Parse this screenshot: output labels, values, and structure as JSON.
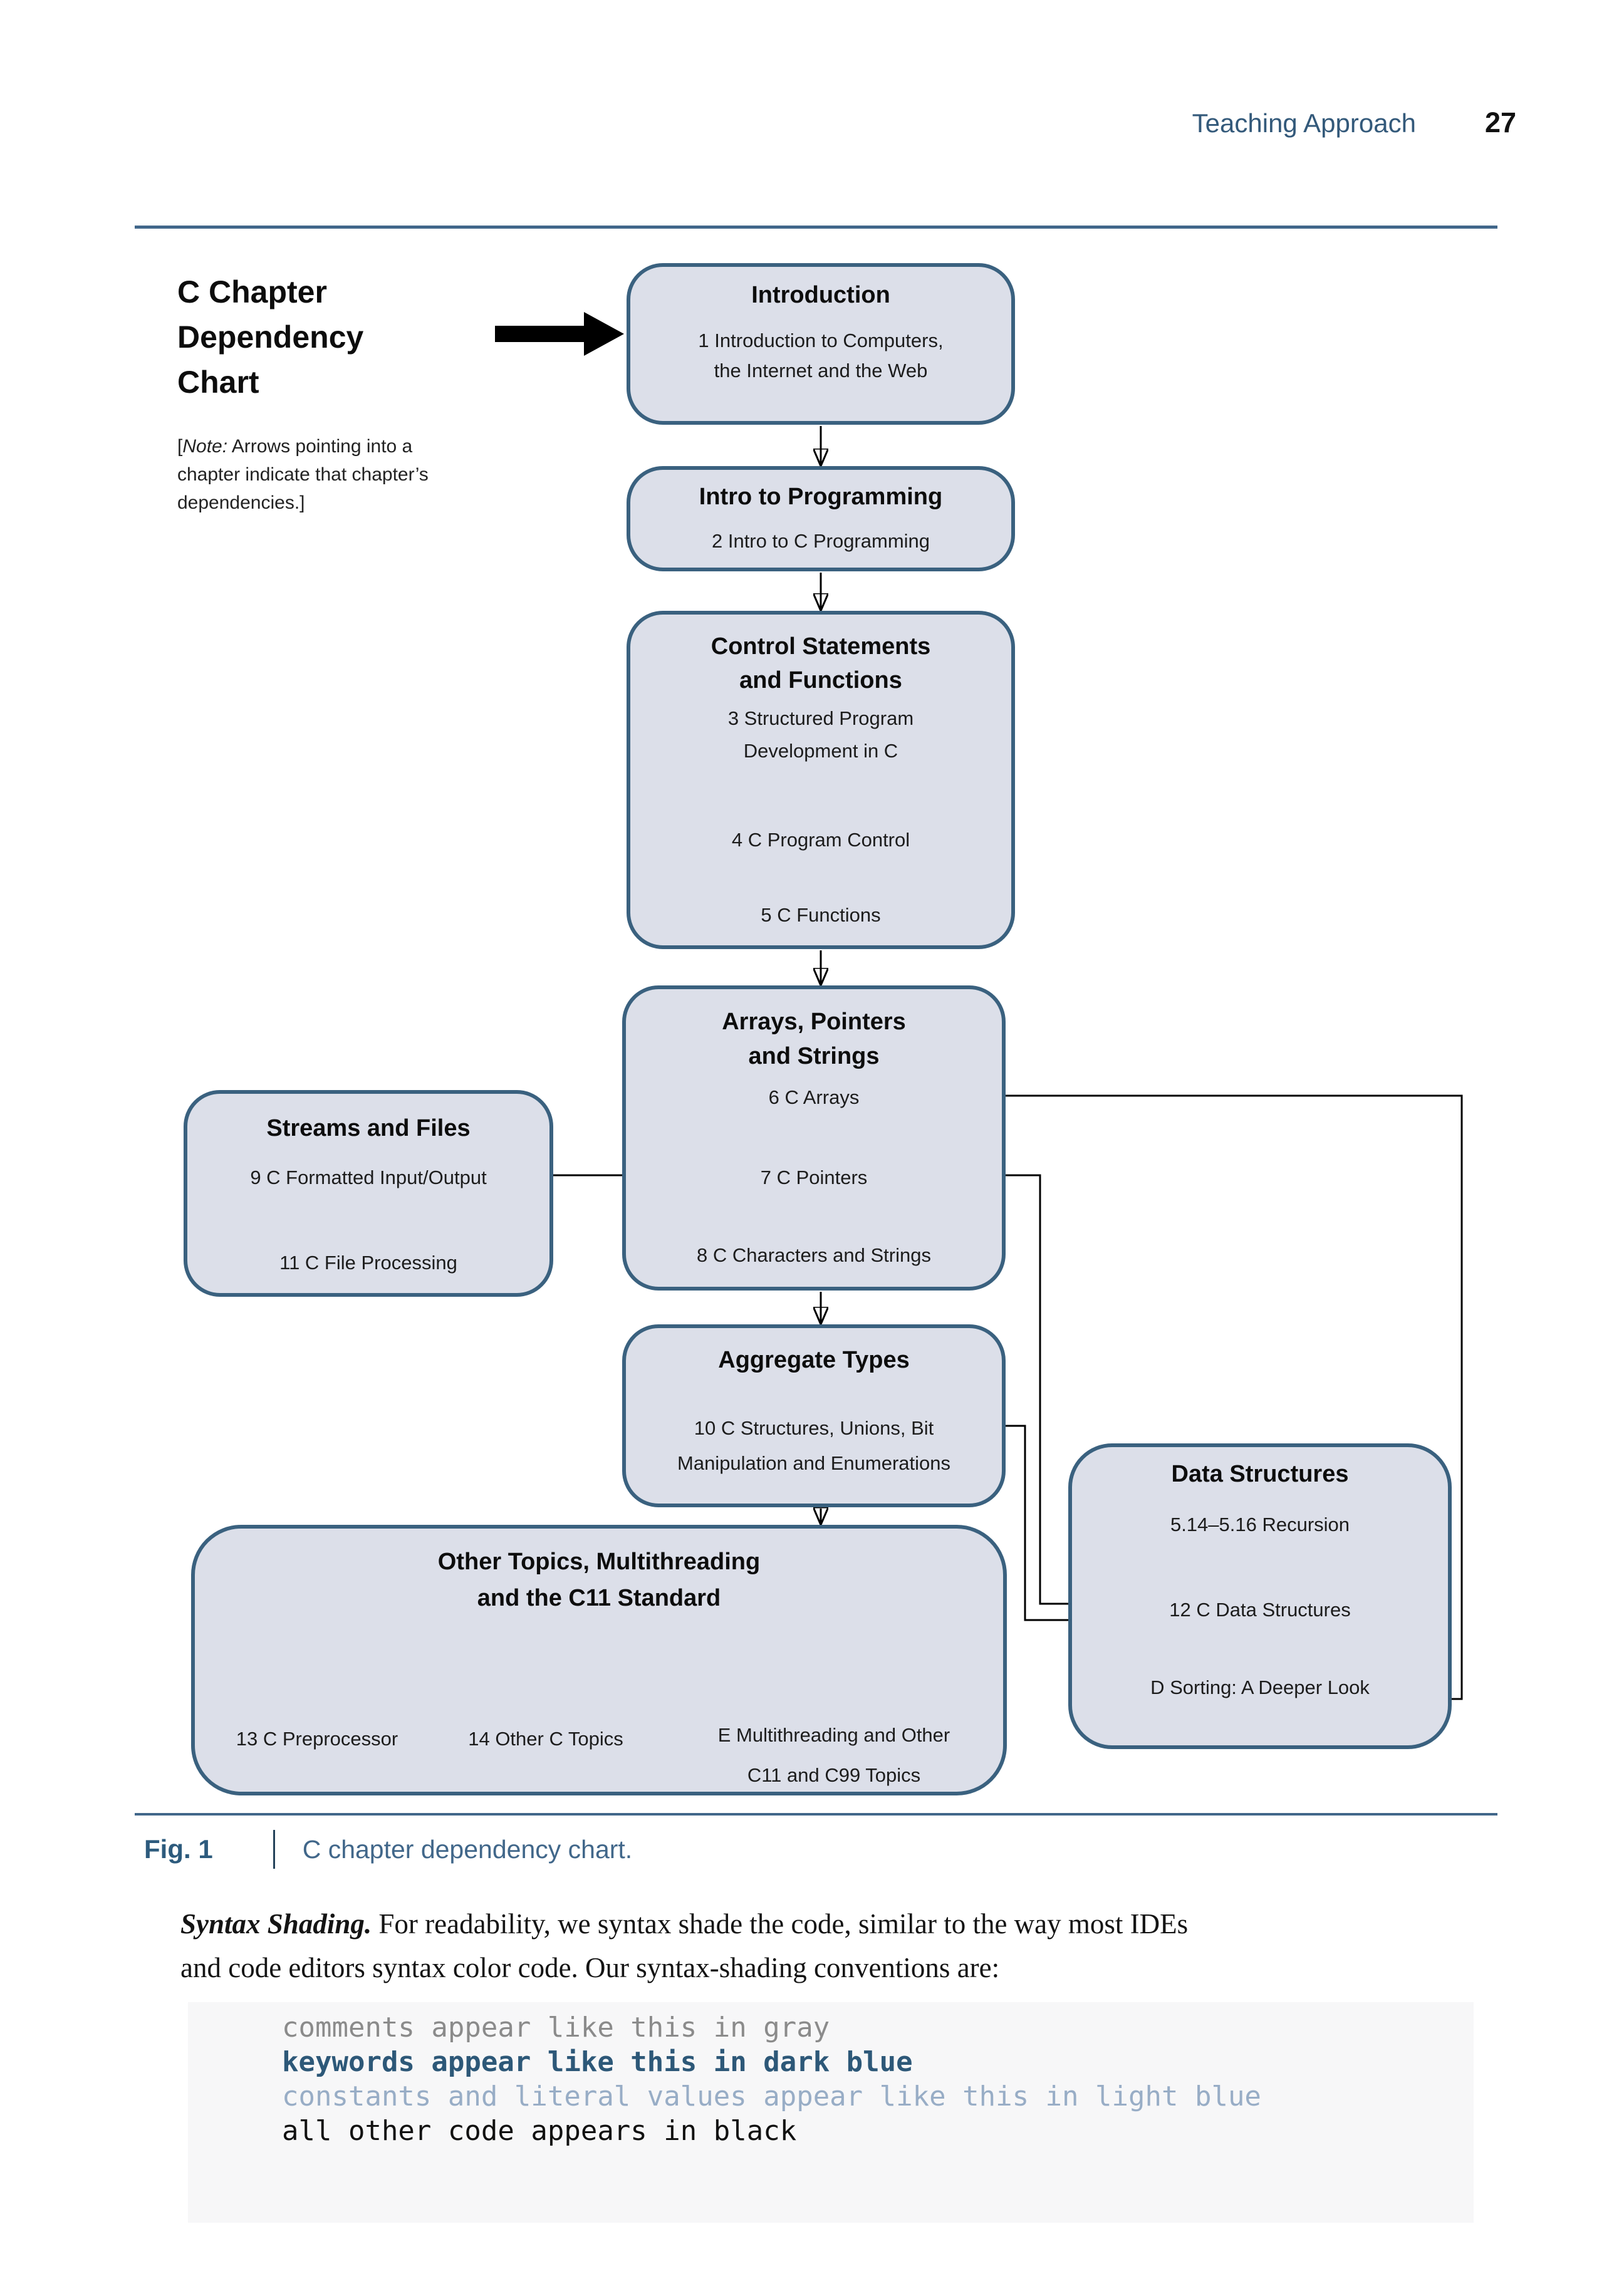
{
  "header": {
    "section": "Teaching Approach",
    "page_number": "27"
  },
  "chart": {
    "title_lines": [
      "C Chapter",
      "Dependency",
      "Chart"
    ],
    "note": {
      "bracket_open": "[",
      "italic": "Note:",
      "line1_rest": " Arrows pointing into a",
      "line2": "chapter indicate that chapter’s",
      "line3": "dependencies.]"
    },
    "boxes": {
      "intro": {
        "title": "Introduction",
        "items": [
          "1 Introduction to Computers,",
          "the Internet and the Web"
        ]
      },
      "introprog": {
        "title": "Intro to Programming",
        "items": [
          "2 Intro to C Programming"
        ]
      },
      "control": {
        "title_lines": [
          "Control Statements",
          "and Functions"
        ],
        "items": [
          "3 Structured Program",
          "Development in C",
          "4 C Program Control",
          "5 C Functions"
        ]
      },
      "arrays": {
        "title_lines": [
          "Arrays, Pointers",
          "and Strings"
        ],
        "items": [
          "6 C Arrays",
          "7 C Pointers",
          "8 C Characters and Strings"
        ]
      },
      "streams": {
        "title": "Streams and Files",
        "items": [
          "9 C Formatted Input/Output",
          "11 C File Processing"
        ]
      },
      "aggregate": {
        "title": "Aggregate Types",
        "items": [
          "10 C Structures, Unions, Bit",
          "Manipulation and Enumerations"
        ]
      },
      "datastruct": {
        "title": "Data Structures",
        "items": [
          "5.14–5.16 Recursion",
          "12 C Data Structures",
          "D Sorting: A Deeper Look"
        ]
      },
      "other": {
        "title_lines": [
          "Other Topics, Multithreading",
          "and the C11 Standard"
        ],
        "items": [
          "13 C Preprocessor",
          "14 Other C Topics",
          "E Multithreading and Other",
          "C11 and C99 Topics"
        ]
      }
    },
    "connections": [
      {
        "from": "1 Introduction to Computers, the Internet and the Web",
        "to": "2 Intro to C Programming"
      },
      {
        "from": "2 Intro to C Programming",
        "to": "3 Structured Program Development in C"
      },
      {
        "from": "3 Structured Program Development in C",
        "to": "4 C Program Control"
      },
      {
        "from": "4 C Program Control",
        "to": "5 C Functions"
      },
      {
        "from": "5 C Functions",
        "to": "6 C Arrays"
      },
      {
        "from": "6 C Arrays",
        "to": "7 C Pointers"
      },
      {
        "from": "7 C Pointers",
        "to": "8 C Characters and Strings"
      },
      {
        "from": "7 C Pointers",
        "to": "9 C Formatted Input/Output"
      },
      {
        "from": "9 C Formatted Input/Output",
        "to": "11 C File Processing"
      },
      {
        "from": "8 C Characters and Strings",
        "to": "10 C Structures, Unions, Bit Manipulation and Enumerations"
      },
      {
        "from": "10 C Structures, Unions, Bit Manipulation and Enumerations",
        "to": "13 C Preprocessor / 14 Other C Topics / E Multithreading and Other C11 and C99 Topics"
      },
      {
        "from": "7 C Pointers",
        "to": "12 C Data Structures"
      },
      {
        "from": "10 C Structures, Unions, Bit Manipulation and Enumerations",
        "to": "12 C Data Structures"
      },
      {
        "from": "5.14–5.16 Recursion",
        "to": "12 C Data Structures"
      },
      {
        "from": "5.14–5.16 Recursion",
        "to": "D Sorting: A Deeper Look"
      },
      {
        "from": "6 C Arrays",
        "to": "D Sorting: A Deeper Look"
      }
    ]
  },
  "caption": {
    "label": "Fig. 1",
    "text": "C chapter dependency chart."
  },
  "paragraph": {
    "lead": "Syntax Shading.",
    "line1_rest": " For readability, we syntax shade the code, similar to the way most IDEs",
    "line2": "and code editors syntax color code. Our syntax-shading conventions are:"
  },
  "code_block": {
    "comment_line": "comments appear like this in gray",
    "keyword_line": "keywords appear like this in dark blue",
    "constant_line": "constants and literal values appear like this in light blue",
    "plain_line": "all other code appears in black"
  },
  "colors": {
    "accent_border": "#3a617f",
    "box_fill": "#dcdfe9",
    "header_blue": "#33597a",
    "rule_blue": "#41678a",
    "keyword_dark_blue": "#2d5878",
    "constant_light_blue": "#98adc6",
    "comment_gray": "#8b8b8b"
  }
}
